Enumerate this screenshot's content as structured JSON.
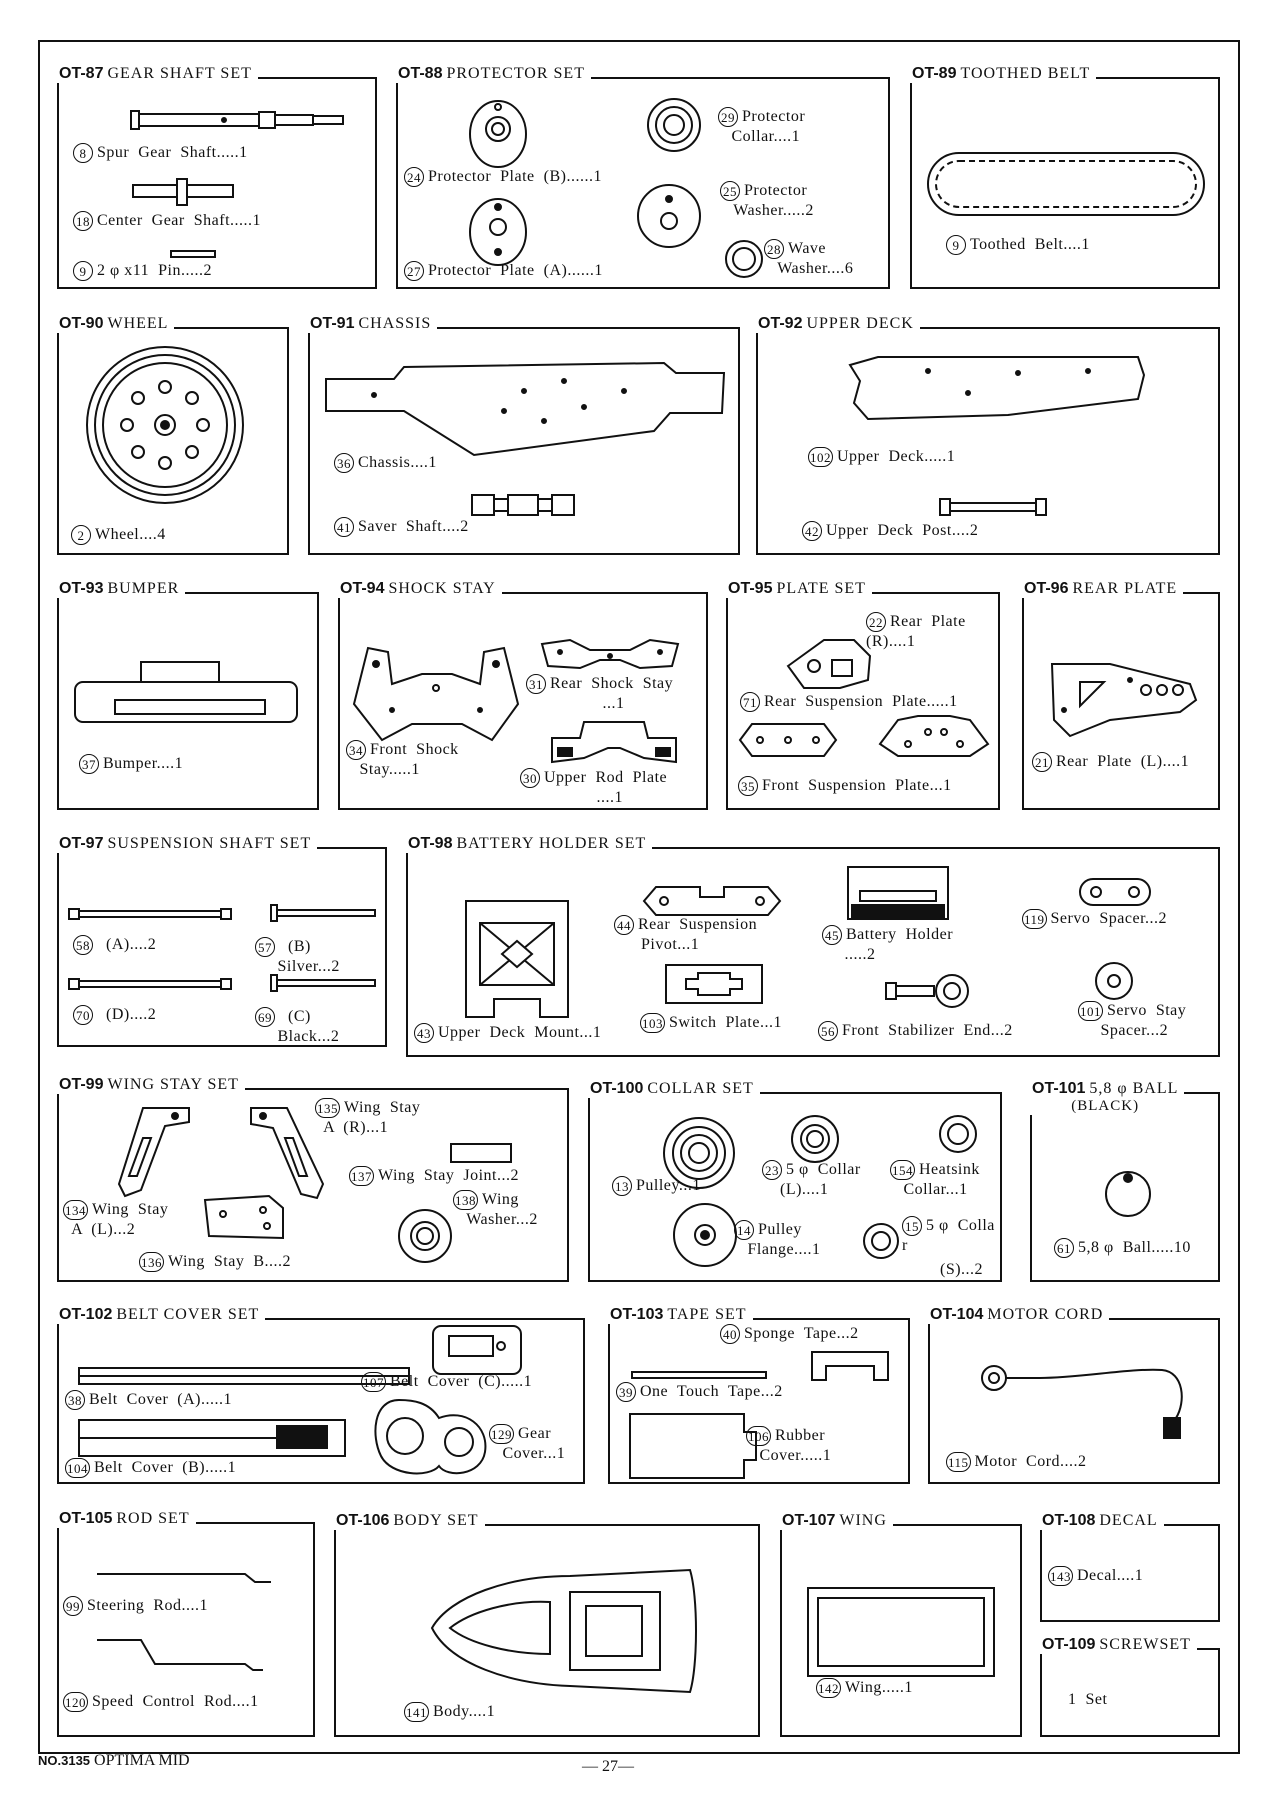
{
  "sections": [
    {
      "code": "OT-87",
      "title": "GEAR SHAFT SET",
      "items": [
        {
          "n": "8",
          "t": "Spur  Gear  Shaft.....1"
        },
        {
          "n": "18",
          "t": "Center  Gear  Shaft.....1"
        },
        {
          "n": "9",
          "t": "2 φ x11  Pin.....2"
        }
      ]
    },
    {
      "code": "OT-88",
      "title": "PROTECTOR SET",
      "items": [
        {
          "n": "24",
          "t": "Protector  Plate  (B)......1"
        },
        {
          "n": "27",
          "t": "Protector  Plate  (A)......1"
        },
        {
          "n": "29",
          "t": "Protector\n   Collar....1"
        },
        {
          "n": "25",
          "t": "Protector\n   Washer.....2"
        },
        {
          "n": "28",
          "t": "Wave\n   Washer....6"
        }
      ]
    },
    {
      "code": "OT-89",
      "title": "TOOTHED BELT",
      "items": [
        {
          "n": "9",
          "t": "Toothed  Belt....1"
        }
      ]
    },
    {
      "code": "OT-90",
      "title": "WHEEL",
      "items": [
        {
          "n": "2",
          "t": "Wheel....4"
        }
      ]
    },
    {
      "code": "OT-91",
      "title": "CHASSIS",
      "items": [
        {
          "n": "36",
          "t": "Chassis....1"
        },
        {
          "n": "41",
          "t": "Saver  Shaft....2"
        }
      ]
    },
    {
      "code": "OT-92",
      "title": "UPPER DECK",
      "items": [
        {
          "n": "102",
          "t": "Upper  Deck.....1"
        },
        {
          "n": "42",
          "t": "Upper  Deck  Post....2"
        }
      ]
    },
    {
      "code": "OT-93",
      "title": "BUMPER",
      "items": [
        {
          "n": "37",
          "t": "Bumper....1"
        }
      ]
    },
    {
      "code": "OT-94",
      "title": "SHOCK STAY",
      "items": [
        {
          "n": "31",
          "t": "Rear  Shock  Stay\n                 ...1"
        },
        {
          "n": "34",
          "t": "Front  Shock\n   Stay.....1"
        },
        {
          "n": "30",
          "t": "Upper  Rod  Plate\n                 ....1"
        }
      ]
    },
    {
      "code": "OT-95",
      "title": "PLATE SET",
      "items": [
        {
          "n": "22",
          "t": "Rear  Plate\n(R)....1"
        },
        {
          "n": "71",
          "t": "Rear  Suspension  Plate.....1"
        },
        {
          "n": "35",
          "t": "Front  Suspension  Plate...1"
        }
      ]
    },
    {
      "code": "OT-96",
      "title": "REAR PLATE",
      "items": [
        {
          "n": "21",
          "t": "Rear  Plate  (L)....1"
        }
      ]
    },
    {
      "code": "OT-97",
      "title": "SUSPENSION SHAFT SET",
      "items": [
        {
          "n": "58",
          "t": "  (A)....2"
        },
        {
          "n": "57",
          "t": "  (B)\n     Silver...2"
        },
        {
          "n": "70",
          "t": "  (D)....2"
        },
        {
          "n": "69",
          "t": "  (C)\n     Black...2"
        }
      ]
    },
    {
      "code": "OT-98",
      "title": "BATTERY HOLDER SET",
      "items": [
        {
          "n": "43",
          "t": "Upper  Deck  Mount...1"
        },
        {
          "n": "44",
          "t": "Rear  Suspension\n      Pivot...1"
        },
        {
          "n": "103",
          "t": "Switch  Plate...1"
        },
        {
          "n": "45",
          "t": "Battery  Holder\n     .....2"
        },
        {
          "n": "56",
          "t": "Front  Stabilizer  End...2"
        },
        {
          "n": "119",
          "t": "Servo  Spacer...2"
        },
        {
          "n": "101",
          "t": "Servo  Stay\n     Spacer...2"
        }
      ]
    },
    {
      "code": "OT-99",
      "title": "WING STAY SET",
      "items": [
        {
          "n": "135",
          "t": "Wing  Stay\n  A  (R)...1"
        },
        {
          "n": "137",
          "t": "Wing  Stay  Joint...2"
        },
        {
          "n": "138",
          "t": "Wing\n   Washer...2"
        },
        {
          "n": "134",
          "t": "Wing  Stay\n  A  (L)...2"
        },
        {
          "n": "136",
          "t": "Wing  Stay  B....2"
        }
      ]
    },
    {
      "code": "OT-100",
      "title": "COLLAR SET",
      "items": [
        {
          "n": "13",
          "t": "Pulley...1"
        },
        {
          "n": "23",
          "t": "5 φ  Collar\n    (L)....1"
        },
        {
          "n": "154",
          "t": "Heatsink\n   Collar...1"
        },
        {
          "n": "14",
          "t": "Pulley\n   Flange....1"
        },
        {
          "n": "15",
          "t": "5 φ  Colla\nr"
        },
        {
          "n": "",
          "t": "(S)...2"
        }
      ]
    },
    {
      "code": "OT-101",
      "title": "5,8 φ  BALL",
      "subtitle": "(BLACK)",
      "items": [
        {
          "n": "61",
          "t": "5,8 φ  Ball.....10"
        }
      ]
    },
    {
      "code": "OT-102",
      "title": "BELT COVER SET",
      "items": [
        {
          "n": "38",
          "t": "Belt  Cover  (A).....1"
        },
        {
          "n": "104",
          "t": "Belt  Cover  (B).....1"
        },
        {
          "n": "107",
          "t": "Belt  Cover  (C).....1"
        },
        {
          "n": "129",
          "t": "Gear\n   Cover...1"
        }
      ]
    },
    {
      "code": "OT-103",
      "title": "TAPE SET",
      "items": [
        {
          "n": "40",
          "t": "Sponge  Tape...2"
        },
        {
          "n": "39",
          "t": "One  Touch  Tape...2"
        },
        {
          "n": "106",
          "t": "Rubber\n   Cover.....1"
        }
      ]
    },
    {
      "code": "OT-104",
      "title": "MOTOR CORD",
      "items": [
        {
          "n": "115",
          "t": "Motor  Cord....2"
        }
      ]
    },
    {
      "code": "OT-105",
      "title": "ROD SET",
      "items": [
        {
          "n": "99",
          "t": "Steering  Rod....1"
        },
        {
          "n": "120",
          "t": "Speed  Control  Rod....1"
        }
      ]
    },
    {
      "code": "OT-106",
      "title": "BODY SET",
      "items": [
        {
          "n": "141",
          "t": "Body....1"
        }
      ]
    },
    {
      "code": "OT-107",
      "title": "WING",
      "items": [
        {
          "n": "142",
          "t": "Wing.....1"
        }
      ]
    },
    {
      "code": "OT-108",
      "title": "DECAL",
      "items": [
        {
          "n": "143",
          "t": "Decal....1"
        }
      ]
    },
    {
      "code": "OT-109",
      "title": "SCREWSET",
      "items": [
        {
          "n": "",
          "t": "1  Set"
        }
      ]
    }
  ],
  "footer": {
    "model_no": "NO.3135",
    "model_name": "OPTIMA  MID",
    "page": "— 27—"
  }
}
